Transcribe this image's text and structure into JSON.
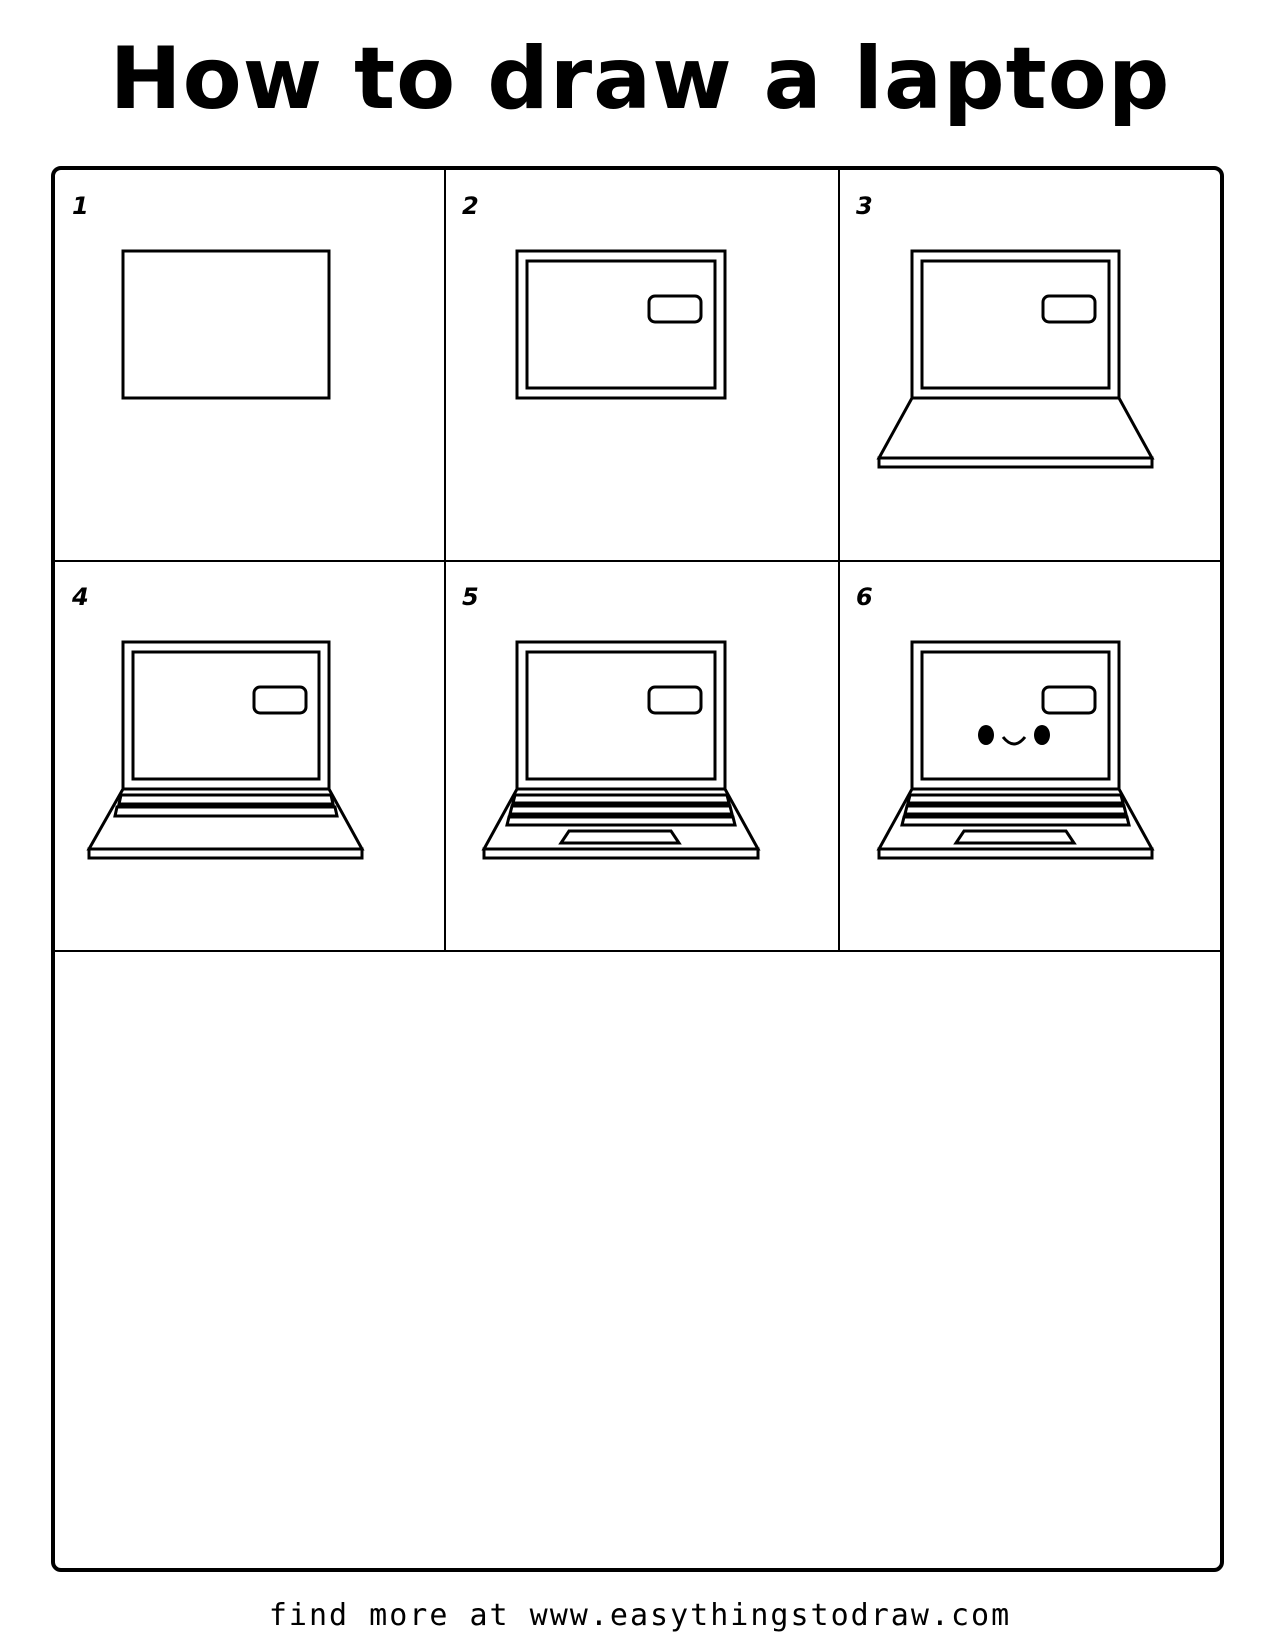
{
  "title": "How to draw a laptop",
  "steps": [
    {
      "number": "1"
    },
    {
      "number": "2"
    },
    {
      "number": "3"
    },
    {
      "number": "4"
    },
    {
      "number": "5"
    },
    {
      "number": "6"
    }
  ],
  "footer": "find more at www.easythingstodraw.com"
}
